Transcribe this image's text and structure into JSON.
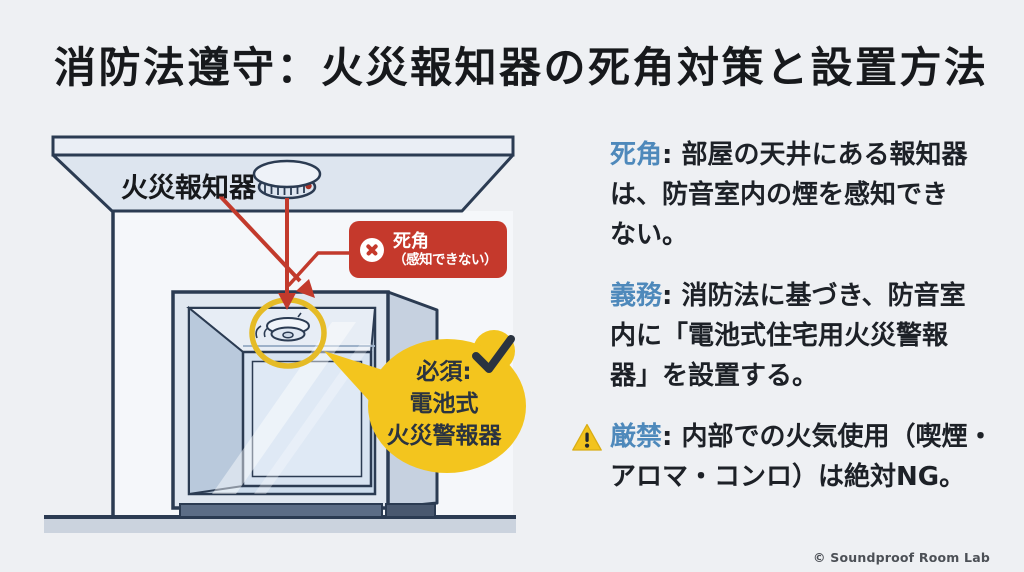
{
  "title": "消防法遵守：火災報知器の死角対策と設置方法",
  "credit": "© Soundproof Room Lab",
  "colors": {
    "accent_blue": "#4e89bb",
    "alert_red": "#c23a2c",
    "highlight_yellow": "#f3c51e",
    "outline_navy": "#2b3b52",
    "background": "#eef0f3"
  },
  "diagram": {
    "ceiling_label": "火災報知器",
    "blind_spot_badge": {
      "icon": "x-circle-icon",
      "title": "死角",
      "subtitle": "（感知できない）"
    },
    "required_bubble": {
      "icon": "check-icon",
      "text": "必須:\n電池式\n火災警報器"
    }
  },
  "notes": [
    {
      "marker": "dot",
      "keyword": "死角",
      "text": ": 部屋の天井にある報知器\nは、防音室内の煙を感知でき\nない。"
    },
    {
      "marker": "dot",
      "keyword": "義務",
      "text": ": 消防法に基づき、防音室\n内に「電池式住宅用火災警報\n器」を設置する。"
    },
    {
      "marker": "warning",
      "keyword": "厳禁",
      "text": ": 内部での火気使用（喫煙・\nアロマ・コンロ）は絶対NG。"
    }
  ]
}
